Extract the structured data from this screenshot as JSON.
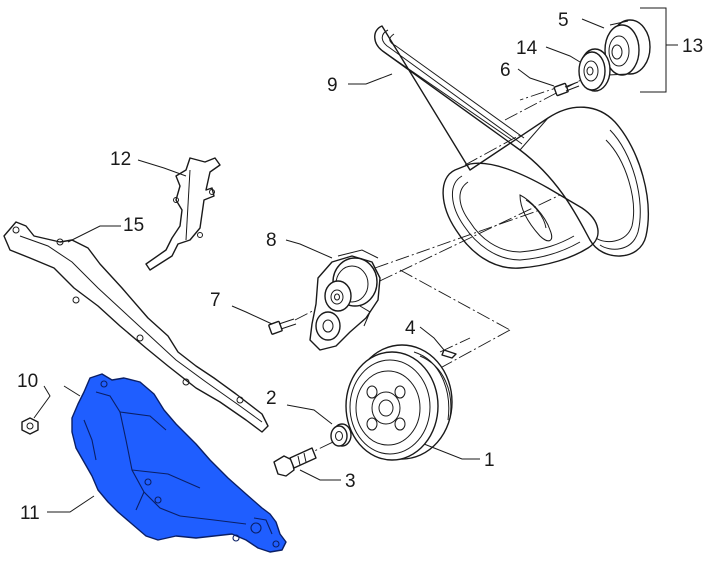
{
  "diagram": {
    "callouts": {
      "c1": "1",
      "c2": "2",
      "c3": "3",
      "c4": "4",
      "c5": "5",
      "c6": "6",
      "c7": "7",
      "c8": "8",
      "c9": "9",
      "c10": "10",
      "c11": "11",
      "c12": "12",
      "c13": "13",
      "c14": "14",
      "c15": "15"
    },
    "colors": {
      "highlight": "#1f5eff",
      "highlight_outline": "#0a1f66",
      "line": "#1a1a1a",
      "background": "#ffffff"
    }
  }
}
